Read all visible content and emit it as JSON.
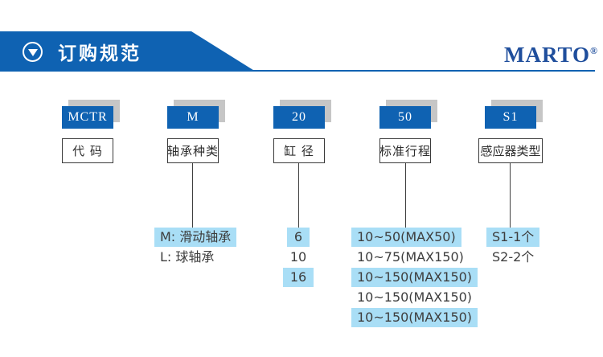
{
  "header": {
    "title": "订购规范",
    "brand": "MARTO",
    "brand_reg": "®"
  },
  "columns": [
    {
      "code": "MCTR",
      "label": "代 码",
      "options": []
    },
    {
      "code": "M",
      "label": "轴承种类",
      "options": [
        {
          "label": "M: 滑动轴承",
          "highlight": true
        },
        {
          "label": "L: 球轴承",
          "highlight": false
        }
      ]
    },
    {
      "code": "20",
      "label": "缸 径",
      "options": [
        {
          "label": "6",
          "highlight": true
        },
        {
          "label": "10",
          "highlight": false
        },
        {
          "label": "16",
          "highlight": true
        }
      ]
    },
    {
      "code": "50",
      "label": "标准行程",
      "options": [
        {
          "label": "10~50(MAX50)",
          "highlight": true
        },
        {
          "label": "10~75(MAX150)",
          "highlight": false
        },
        {
          "label": "10~150(MAX150)",
          "highlight": true
        },
        {
          "label": "10~150(MAX150)",
          "highlight": false
        },
        {
          "label": "10~150(MAX150)",
          "highlight": true
        }
      ]
    },
    {
      "code": "S1",
      "label": "感应器类型",
      "options": [
        {
          "label": "S1-1个",
          "highlight": true
        },
        {
          "label": "S2-2个",
          "highlight": false
        }
      ]
    }
  ],
  "colors": {
    "accent_blue": "#0f62b2",
    "brand_blue": "#1f4e9c",
    "highlight_blue": "#a9def6",
    "box_shadow_gray": "#c6c6c6"
  }
}
